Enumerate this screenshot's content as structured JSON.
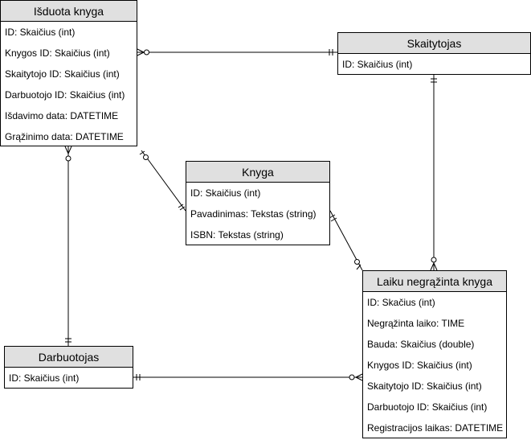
{
  "entities": {
    "isduota": {
      "title": "Išduota knyga",
      "fields": [
        "ID: Skaičius (int)",
        "Knygos ID: Skaičius (int)",
        "Skaitytojo ID: Skaičius (int)",
        "Darbuotojo ID: Skaičius (int)",
        "Išdavimo data: DATETIME",
        "Grąžinimo data: DATETIME"
      ]
    },
    "skaitytojas": {
      "title": "Skaitytojas",
      "fields": [
        "ID: Skaičius (int)"
      ]
    },
    "knyga": {
      "title": "Knyga",
      "fields": [
        "ID: Skaičius (int)",
        "Pavadinimas: Tekstas (string)",
        "ISBN: Tekstas (string)"
      ]
    },
    "darbuotojas": {
      "title": "Darbuotojas",
      "fields": [
        "ID: Skaičius (int)"
      ]
    },
    "laiku": {
      "title": "Laiku negrąžinta knyga",
      "fields": [
        "ID: Skačius (int)",
        "Negrąžinta laiko: TIME",
        "Bauda: Skaičius (double)",
        "Knygos ID: Skaičius (int)",
        "Skaitytojo ID: Skaičius (int)",
        "Darbuotojo ID: Skaičius (int)",
        "Registracijos laikas: DATETIME"
      ]
    }
  },
  "line_color": "#000000",
  "header_color": "#e0e0e0"
}
